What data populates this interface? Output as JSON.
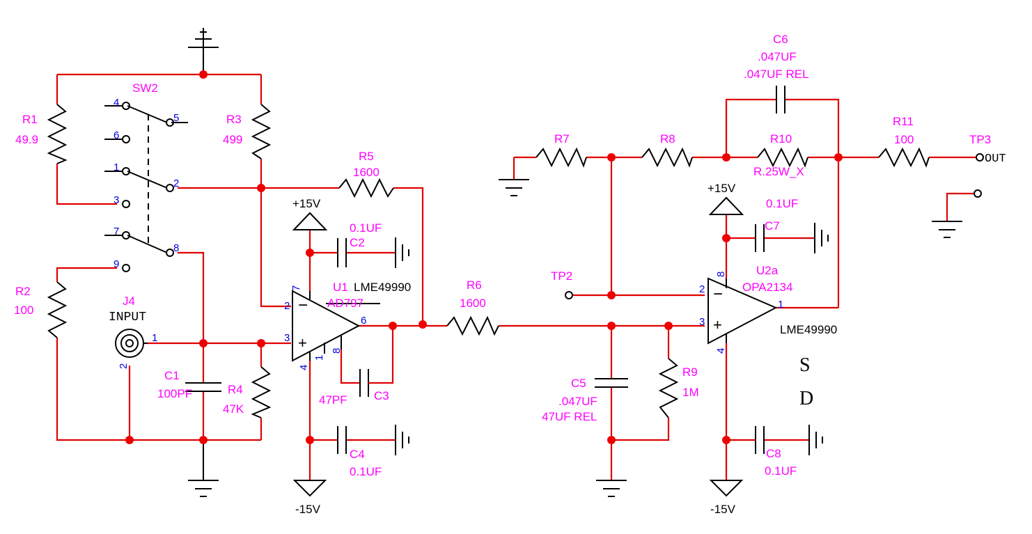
{
  "components": {
    "sw2": {
      "ref": "SW2"
    },
    "r1": {
      "ref": "R1",
      "value": "49.9"
    },
    "r2": {
      "ref": "R2",
      "value": "100"
    },
    "r3": {
      "ref": "R3",
      "value": "499"
    },
    "r4": {
      "ref": "R4",
      "value": "47K"
    },
    "r5": {
      "ref": "R5",
      "value": "1600"
    },
    "r6": {
      "ref": "R6",
      "value": "1600"
    },
    "r7": {
      "ref": "R7"
    },
    "r8": {
      "ref": "R8"
    },
    "r9": {
      "ref": "R9",
      "value": "1M"
    },
    "r10": {
      "ref": "R10",
      "value": "R.25W_X"
    },
    "r11": {
      "ref": "R11",
      "value": "100"
    },
    "c1": {
      "ref": "C1",
      "value": "100PF"
    },
    "c2": {
      "ref": "C2",
      "value": "0.1UF"
    },
    "c3": {
      "ref": "C3",
      "value": "47PF"
    },
    "c4": {
      "ref": "C4",
      "value": "0.1UF"
    },
    "c5": {
      "ref": "C5",
      "value": ".047UF",
      "value2": "47UF REL"
    },
    "c6": {
      "ref": "C6",
      "value": ".047UF",
      "value2": ".047UF REL"
    },
    "c7": {
      "ref": "C7",
      "value": "0.1UF"
    },
    "c8": {
      "ref": "C8",
      "value": "0.1UF"
    },
    "u1": {
      "ref": "U1",
      "part": "LME49990",
      "alt": "AD797"
    },
    "u2": {
      "ref": "U2a",
      "part": "OPA2134",
      "alt": "LME49990"
    },
    "j4": {
      "ref": "J4",
      "label": "INPUT"
    },
    "tp2": {
      "ref": "TP2"
    },
    "tp3": {
      "ref": "TP3",
      "label": "OUT"
    }
  },
  "rails": {
    "pos": "+15V",
    "neg": "-15V"
  },
  "pins": {
    "sw": [
      "1",
      "2",
      "3",
      "4",
      "5",
      "6",
      "7",
      "8",
      "9"
    ],
    "u1": {
      "inv": "2",
      "noninv": "3",
      "out": "6",
      "vpos": "7",
      "vneg": "4",
      "p1": "1",
      "p8": "8"
    },
    "u2": {
      "inv": "2",
      "noninv": "3",
      "out": "1",
      "vpos": "8",
      "vneg": "4"
    },
    "j4": {
      "p1": "1",
      "p2": "2"
    }
  },
  "op_signs": {
    "minus": "−",
    "plus": "+"
  },
  "annotation": {
    "s": "S",
    "d": "D"
  },
  "colors": {
    "wire": "#e00000",
    "label": "#ff00ff",
    "pin": "#0000dd",
    "junction": "#ee0000"
  }
}
